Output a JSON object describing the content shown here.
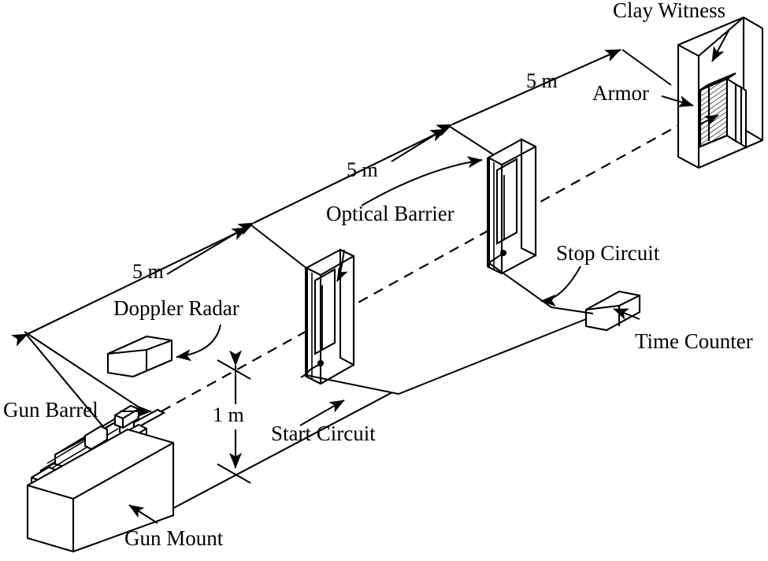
{
  "figure": {
    "type": "technical-schematic",
    "subject": "Ballistic range test setup: gun, doppler radar, two optical barriers, time counter, armor on clay witness",
    "background_color": "#ffffff",
    "line_color": "#000000"
  },
  "labels": {
    "clay_witness": "Clay Witness",
    "armor": "Armor",
    "stop_circuit": "Stop Circuit",
    "time_counter": "Time Counter",
    "optical_barrier": "Optical Barrier",
    "doppler_radar": "Doppler Radar",
    "start_circuit": "Start Circuit",
    "gun_barrel": "Gun Barrel",
    "gun_mount": "Gun Mount"
  },
  "dimensions": {
    "seg_radar_to_barrier1": "5 m",
    "seg_barrier1_to_barrier2": "5 m",
    "seg_barrier2_to_target": "5 m",
    "height_above_ground": "1 m"
  },
  "components": [
    {
      "name": "gun-mount",
      "label": "Gun Mount",
      "shape": "box"
    },
    {
      "name": "gun-barrel",
      "label": "Gun Barrel",
      "shape": "tube"
    },
    {
      "name": "doppler-radar",
      "label": "Doppler Radar",
      "shape": "box"
    },
    {
      "name": "optical-barrier-1",
      "label": "Optical Barrier",
      "shape": "frame"
    },
    {
      "name": "optical-barrier-2",
      "label": "Optical Barrier",
      "shape": "frame"
    },
    {
      "name": "time-counter",
      "label": "Time Counter",
      "shape": "box"
    },
    {
      "name": "armor",
      "label": "Armor",
      "shape": "hatched-plate"
    },
    {
      "name": "clay-witness",
      "label": "Clay Witness",
      "shape": "slab"
    }
  ],
  "wires": [
    {
      "name": "start-circuit",
      "label": "Start Circuit",
      "from": "optical-barrier-1",
      "to": "time-counter"
    },
    {
      "name": "stop-circuit",
      "label": "Stop Circuit",
      "from": "optical-barrier-2",
      "to": "time-counter"
    }
  ],
  "trajectory": {
    "name": "projectile-path",
    "style": "dashed",
    "from": "gun-barrel",
    "to": "armor"
  }
}
